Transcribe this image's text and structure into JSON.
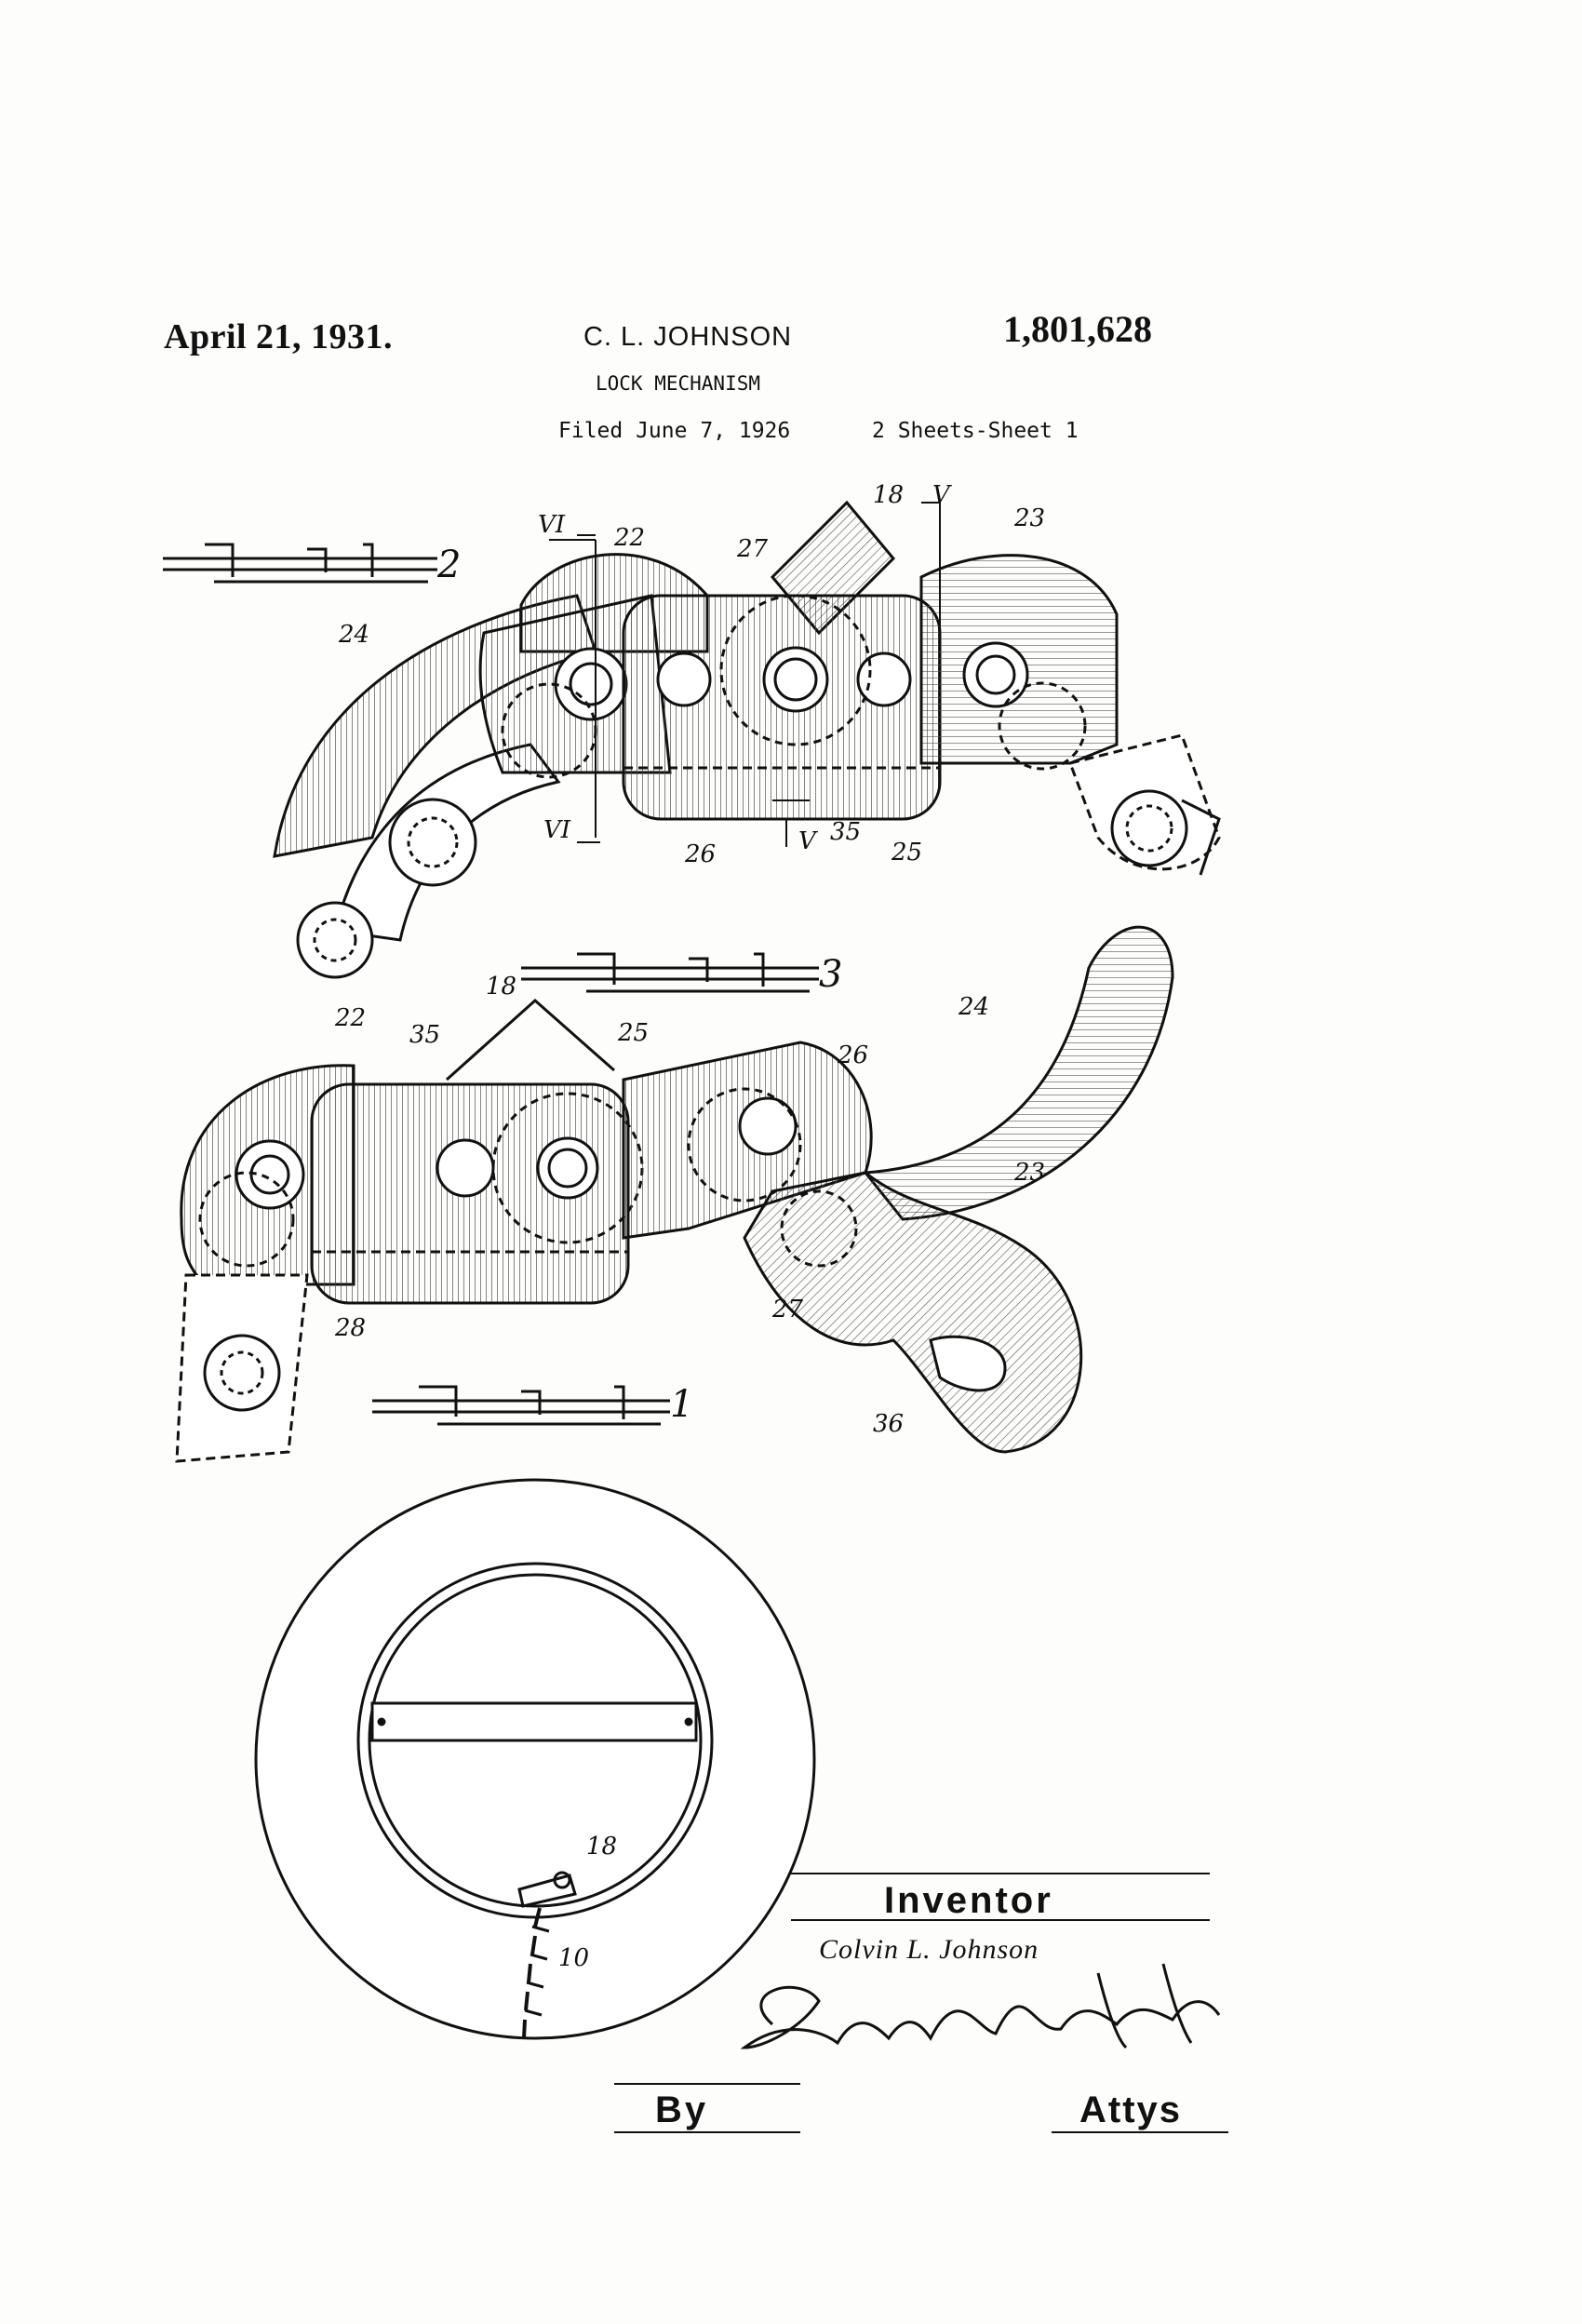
{
  "header": {
    "date": "April 21, 1931.",
    "inventor": "C. L. JOHNSON",
    "patent_number": "1,801,628",
    "title": "LOCK MECHANISM",
    "filed": "Filed June 7, 1926",
    "sheets": "2 Sheets-Sheet  1"
  },
  "figures": {
    "fig2": {
      "label": "2",
      "refs": [
        "VI",
        "22",
        "27",
        "18",
        "V",
        "23",
        "24",
        "VI",
        "26",
        "V",
        "35",
        "25"
      ]
    },
    "fig3": {
      "label": "3",
      "refs": [
        "18",
        "22",
        "35",
        "25",
        "26",
        "24",
        "23",
        "28",
        "27",
        "36"
      ]
    },
    "fig1": {
      "label": "1",
      "refs": [
        "18",
        "10"
      ]
    }
  },
  "signature": {
    "inventor_label": "Inventor",
    "inventor_name": "Colvin L. Johnson",
    "by_label": "By",
    "attys_label": "Attys"
  },
  "colors": {
    "ink": "#111111",
    "paper": "#fdfdfc",
    "hatch": "#555555"
  }
}
